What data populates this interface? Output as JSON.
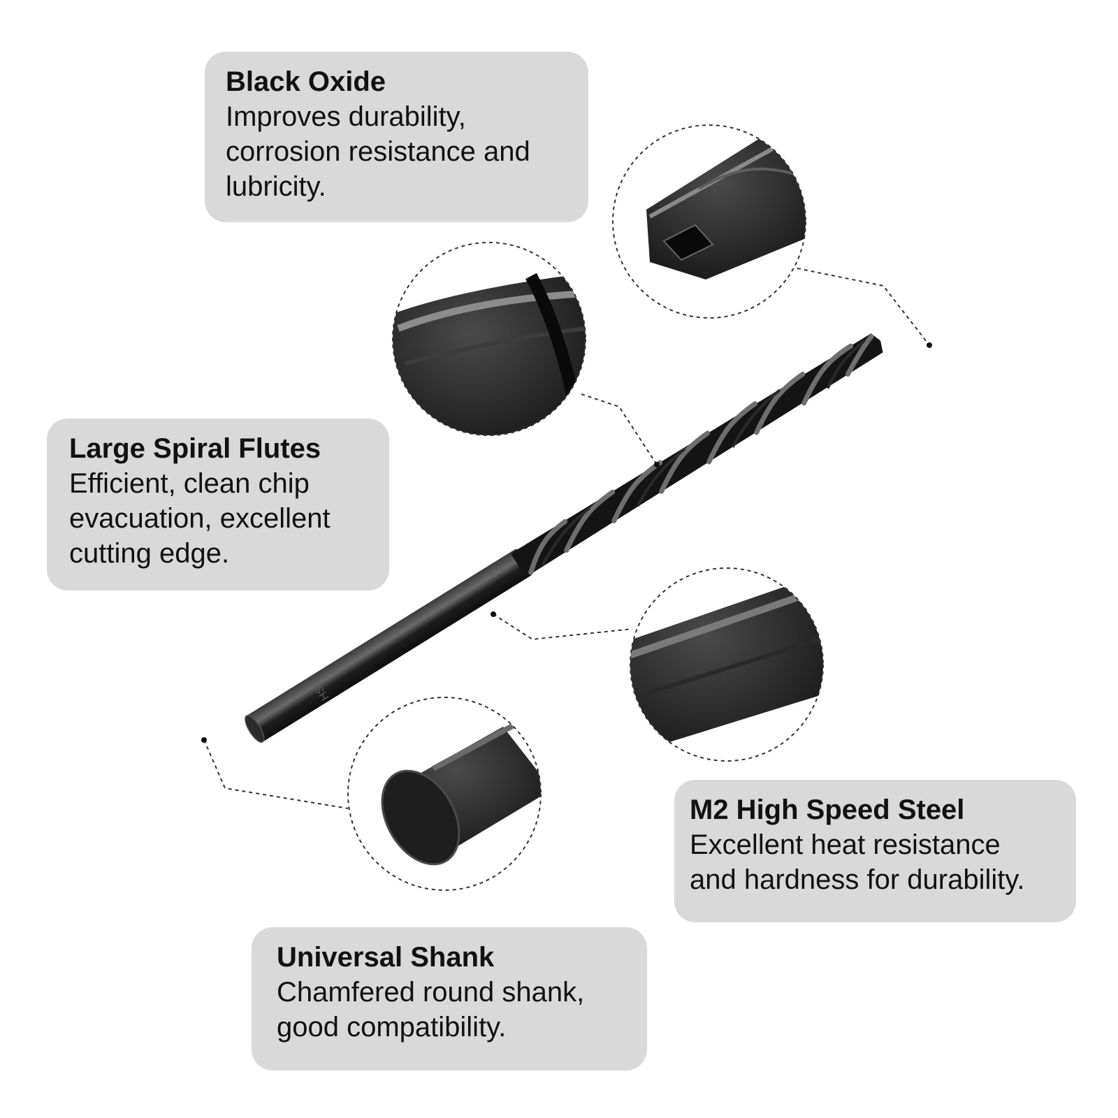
{
  "callouts": {
    "black_oxide": {
      "title": "Black Oxide",
      "lines": [
        "Improves durability,",
        "corrosion resistance and",
        "lubricity."
      ]
    },
    "spiral_flutes": {
      "title": "Large Spiral Flutes",
      "lines": [
        "Efficient, clean chip",
        "evacuation, excellent",
        "cutting edge."
      ]
    },
    "hss": {
      "title": "M2 High Speed Steel",
      "lines": [
        "Excellent heat resistance",
        "and hardness for durability."
      ]
    },
    "shank": {
      "title": "Universal Shank",
      "lines": [
        "Chamfered round shank,",
        "good compatibility."
      ]
    }
  },
  "drill_marking": "HSS",
  "colors": {
    "background": "#ffffff",
    "callout_fill": "#d9d9d9",
    "text": "#111111",
    "drill_body": "#1c1c1c",
    "drill_highlight": "#5a5a5a",
    "leader_line": "#333333"
  }
}
